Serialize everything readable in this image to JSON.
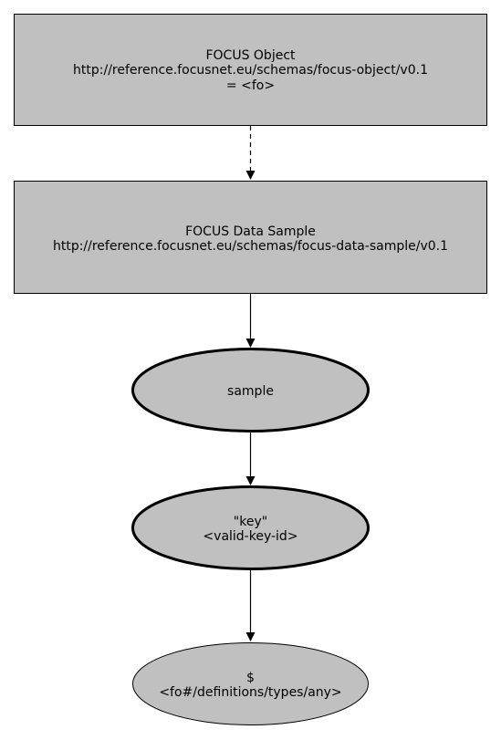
{
  "colors": {
    "node_fill": "#c0c0c0",
    "stroke": "#000000",
    "background": "#ffffff"
  },
  "nodes": {
    "focus_object": {
      "shape": "rectangle",
      "lines": [
        "FOCUS Object",
        "http://reference.focusnet.eu/schemas/focus-object/v0.1",
        "= <fo>"
      ]
    },
    "focus_data_sample": {
      "shape": "rectangle",
      "lines": [
        "FOCUS Data Sample",
        "http://reference.focusnet.eu/schemas/focus-data-sample/v0.1"
      ]
    },
    "sample": {
      "shape": "ellipse",
      "lines": [
        "sample"
      ]
    },
    "key": {
      "shape": "ellipse",
      "lines": [
        "\"key\"",
        "<valid-key-id>"
      ]
    },
    "any_type": {
      "shape": "ellipse",
      "lines": [
        "$",
        "<fo#/definitions/types/any>"
      ]
    }
  },
  "edges": [
    {
      "from": "focus_object",
      "to": "focus_data_sample",
      "style": "dashed"
    },
    {
      "from": "focus_data_sample",
      "to": "sample",
      "style": "solid"
    },
    {
      "from": "sample",
      "to": "key",
      "style": "solid"
    },
    {
      "from": "key",
      "to": "any_type",
      "style": "solid"
    }
  ]
}
